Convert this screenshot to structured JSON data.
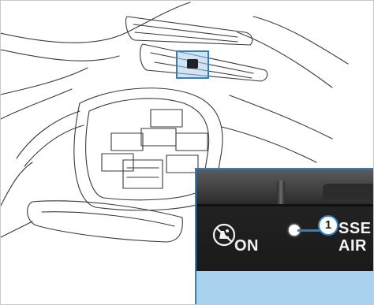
{
  "callout": {
    "number": "1",
    "on_label": "ON",
    "ssel_label": "SSE",
    "air_label": "AIR"
  },
  "icons": {
    "seat_icon": "child-seat-airbag-off-icon",
    "indicator": "indicator-lamp-icon"
  },
  "colors": {
    "accent_blue": "#2f80c0",
    "highlight_fill": "#a9d2ee",
    "panel_dark": "#1d1d1d"
  }
}
